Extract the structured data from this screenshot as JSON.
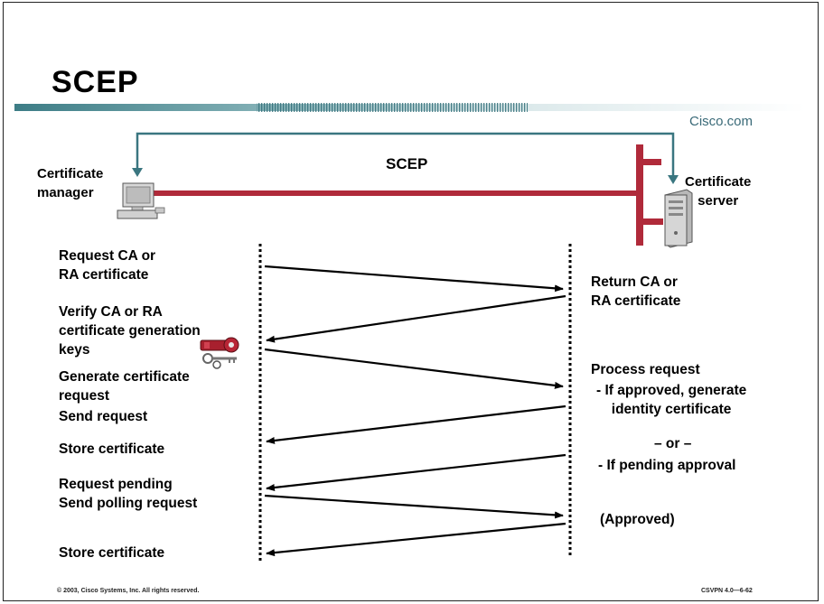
{
  "title": "SCEP",
  "brand": "Cisco.com",
  "protocol_label": "SCEP",
  "left_device": {
    "label": "Certificate\nmanager",
    "icon": "computer-icon"
  },
  "right_device": {
    "label": "Certificate\nserver",
    "icon": "server-icon"
  },
  "left_steps": [
    "Request CA or\nRA certificate",
    "Verify CA or RA\ncertificate generation\nkeys",
    "Generate certificate\nrequest",
    "Send request",
    "Store certificate",
    "Request pending\nSend polling request",
    "Store certificate"
  ],
  "right_steps": [
    "Return CA or\nRA certificate",
    "Process request",
    "- If approved, generate\nidentity certificate",
    "– or –",
    "- If pending approval",
    "(Approved)"
  ],
  "key_icon": "keys-icon",
  "footer_left": "© 2003, Cisco Systems, Inc. All rights reserved.",
  "footer_right": "CSVPN 4.0—6-62",
  "colors": {
    "link": "#b02a3a",
    "teal": "#3a7680",
    "arrow": "#000000"
  }
}
